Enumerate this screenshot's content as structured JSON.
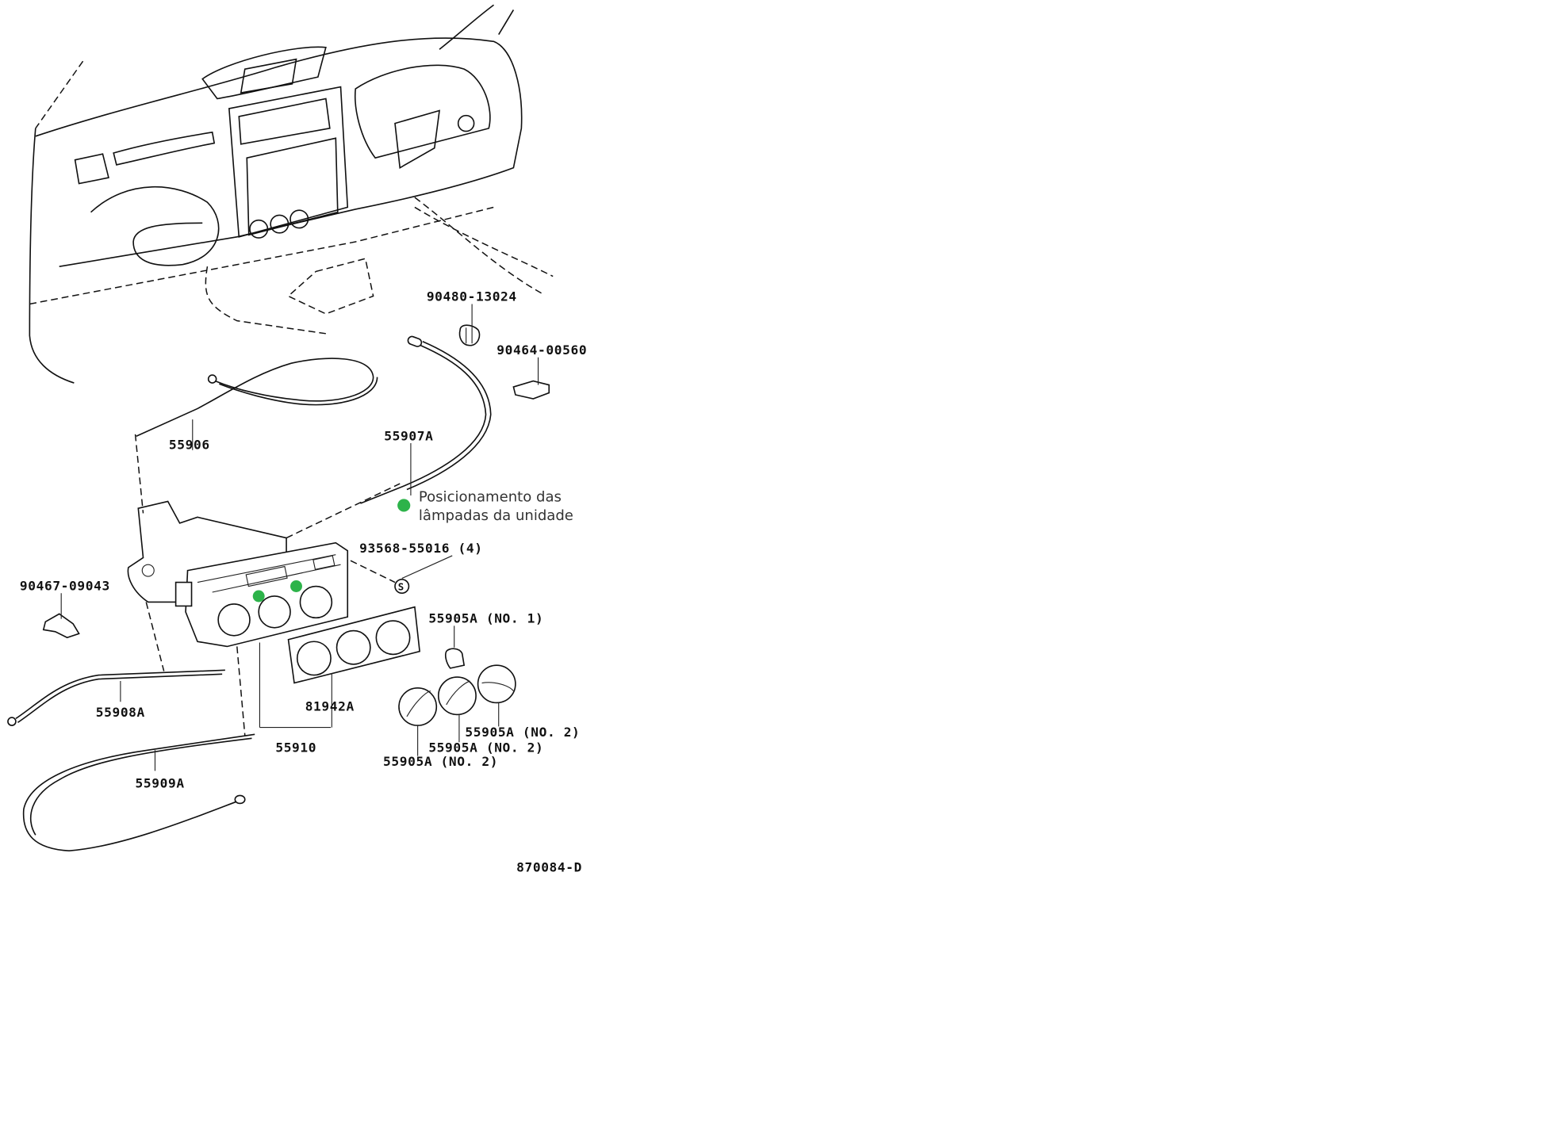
{
  "diagram": {
    "labels": {
      "p90480": "90480-13024",
      "p90464": "90464-00560",
      "p55906": "55906",
      "p55907A": "55907A",
      "p93568": "93568-55016 (4)",
      "p90467": "90467-09043",
      "p55905A_no1": "55905A (NO. 1)",
      "p55908A": "55908A",
      "p81942A": "81942A",
      "p55905A_no2_a": "55905A (NO. 2)",
      "p55905A_no2_b": "55905A (NO. 2)",
      "p55905A_no2_c": "55905A (NO. 2)",
      "p55910": "55910",
      "p55909A": "55909A",
      "figure_code": "870084-D",
      "screw_symbol": "S"
    },
    "legend": {
      "line1": "Posicionamento das",
      "line2": "lâmpadas da unidade",
      "marker_color": "#2db34a"
    }
  }
}
